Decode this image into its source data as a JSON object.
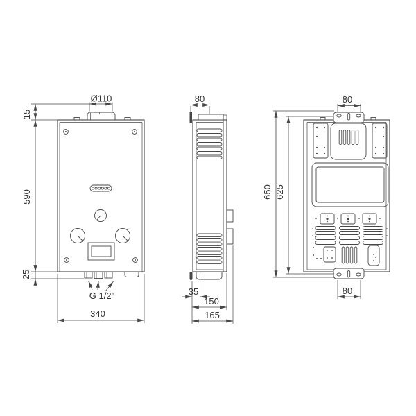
{
  "colors": {
    "line": "#474747",
    "text": "#333333",
    "background": "#ffffff"
  },
  "front_view": {
    "dim_flue_diameter": "Ø110",
    "dim_top_offset": "15",
    "dim_body_height": "590",
    "dim_bottom_offset": "25",
    "dim_body_width": "340",
    "connection_thread": "G 1/2\""
  },
  "side_view": {
    "dim_flue_offset": "80",
    "dim_bracket_offset": "35",
    "dim_body_depth": "150",
    "dim_total_depth": "165"
  },
  "back_view": {
    "dim_top_bracket_width": "80",
    "dim_total_height": "650",
    "dim_bracket_height": "625",
    "dim_bottom_bracket_width": "80"
  }
}
